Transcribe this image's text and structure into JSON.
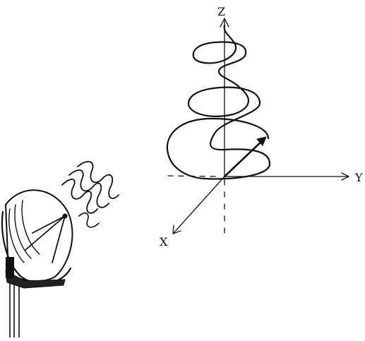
{
  "diagram": {
    "axes": {
      "z_label": "Z",
      "y_label": "Y",
      "x_label": "X"
    },
    "ink_color": "#111111",
    "background": "#ffffff",
    "icons": [
      "satellite-dish-icon",
      "radio-wave-icon",
      "helix-icon",
      "vector-arrow-icon"
    ]
  }
}
